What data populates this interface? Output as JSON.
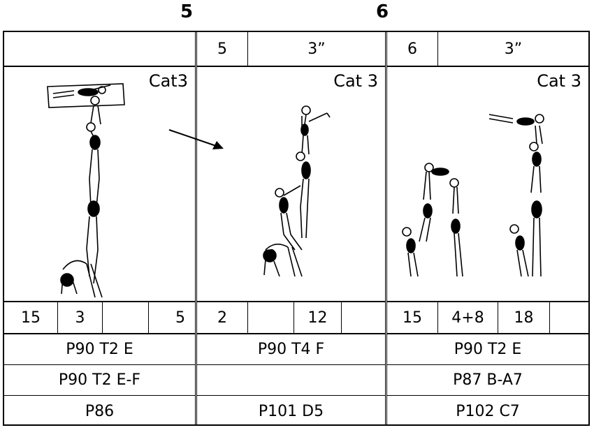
{
  "frames": {
    "left": "5",
    "right": "6"
  },
  "columns": [
    {
      "header": [
        "",
        ""
      ],
      "category": "Cat3",
      "numbers": [
        "15",
        "3",
        "",
        "5"
      ],
      "refs": [
        "P90 T2 E",
        "P90 T2 E-F",
        "P86"
      ]
    },
    {
      "header": [
        "5",
        "3”"
      ],
      "category": "Cat 3",
      "numbers": [
        "2",
        "",
        "12",
        ""
      ],
      "refs": [
        "P90 T4 F",
        "",
        "P101 D5"
      ]
    },
    {
      "header": [
        "6",
        "3”"
      ],
      "category": "Cat 3",
      "numbers": [
        "15",
        "4+8",
        "18",
        ""
      ],
      "refs": [
        "P90 T2 E",
        "P87 B-A7",
        "P102 C7"
      ]
    }
  ],
  "icons": [
    "arrow-icon",
    "acrobat-tower-figure",
    "acrobat-pyramid-figure"
  ]
}
